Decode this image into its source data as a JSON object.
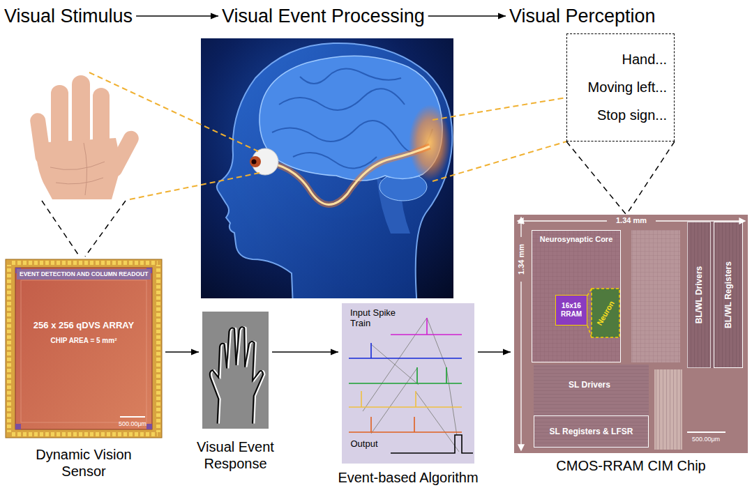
{
  "diagram": {
    "nodes": [
      {
        "text": [
          "Visual Stimulus"
        ]
      },
      {
        "text": [
          "Visual Event Processing"
        ]
      },
      {
        "text": [
          "Visual Perception"
        ]
      },
      {
        "text": [
          "Hand... Moving left... Stop sign..."
        ]
      },
      {
        "text": [
          "Dynamic Vision Sensor"
        ]
      },
      {
        "text": [
          "EVENT DETECTION AND COLUMN READOUT"
        ],
        "in": 4
      },
      {
        "text": [
          "Visual Event Response"
        ]
      },
      {
        "text": [
          "Event-based Algorithm"
        ]
      },
      {
        "text": [
          "CMOS-RRAM CIM Chip"
        ]
      },
      {
        "text": [
          "Neurosynaptic Core"
        ],
        "in": 8
      },
      {
        "text": [
          "16x16 RRAM"
        ],
        "in": 9
      },
      {
        "text": [
          "BL/WL Drivers"
        ],
        "in": 8
      },
      {
        "text": [
          "BL/WL Registers"
        ],
        "in": 8
      },
      {
        "text": [
          "SL Drivers"
        ],
        "in": 8
      },
      {
        "text": [
          "SL Registers & LFSR"
        ],
        "in": 8
      }
    ],
    "edges": [
      {
        "from": 0,
        "to": 1,
        "arrow": "to"
      },
      {
        "from": 1,
        "to": 2,
        "arrow": "to"
      },
      {
        "from": 3,
        "to": 8,
        "arrow": "none"
      },
      {
        "from": 4,
        "to": 6,
        "arrow": "to"
      },
      {
        "from": 6,
        "to": 7,
        "arrow": "to"
      },
      {
        "from": 7,
        "to": 8,
        "arrow": "to"
      }
    ],
    "labels": [
      "256 x 256 qDVS ARRAY",
      "CHIP AREA = 5 mm²",
      "500.00μm",
      "Input Spike Train",
      "Output",
      "1.34 mm",
      "1.34 mm",
      "Neuron",
      "500.00μm"
    ]
  }
}
